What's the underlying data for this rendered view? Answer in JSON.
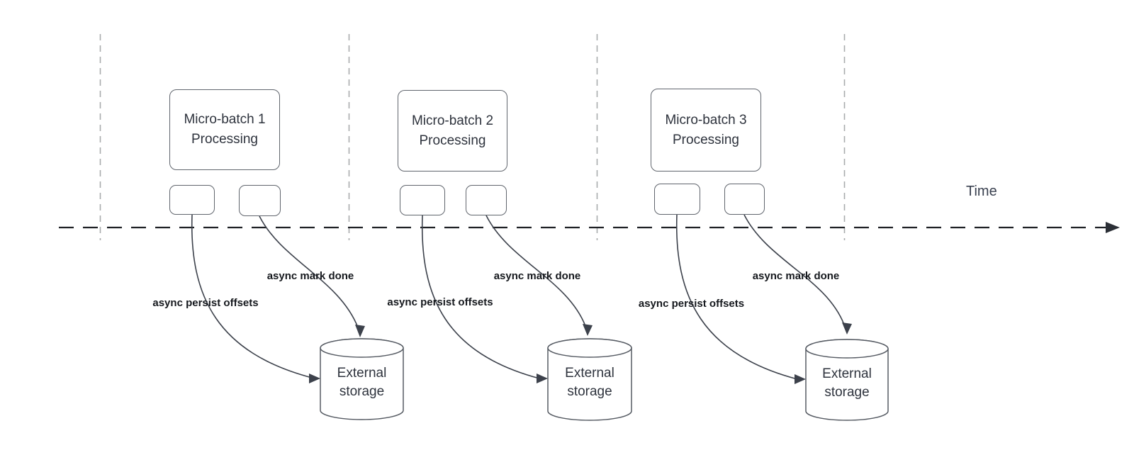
{
  "timeline": {
    "label": "Time"
  },
  "colors": {
    "background": "#ffffff",
    "timeline_axis": "#1f2125",
    "lane_divider": "#a9abad",
    "shape_border": "#60656d",
    "arrow_stroke": "#3c414b",
    "text_primary": "#2e333d",
    "label_bold": "#15181d"
  },
  "icons": {
    "timeline_arrowhead": "right-arrowhead",
    "flow_arrowheads": "filled-triangle"
  },
  "groups": [
    {
      "title_line1": "Micro-batch 1",
      "title_line2": "Processing",
      "persist_label": "async persist offsets",
      "markdone_label": "async mark done",
      "storage_line1": "External",
      "storage_line2": "storage"
    },
    {
      "title_line1": "Micro-batch 2",
      "title_line2": "Processing",
      "persist_label": "async persist offsets",
      "markdone_label": "async mark done",
      "storage_line1": "External",
      "storage_line2": "storage"
    },
    {
      "title_line1": "Micro-batch 3",
      "title_line2": "Processing",
      "persist_label": "async persist offsets",
      "markdone_label": "async mark done",
      "storage_line1": "External",
      "storage_line2": "storage"
    }
  ]
}
